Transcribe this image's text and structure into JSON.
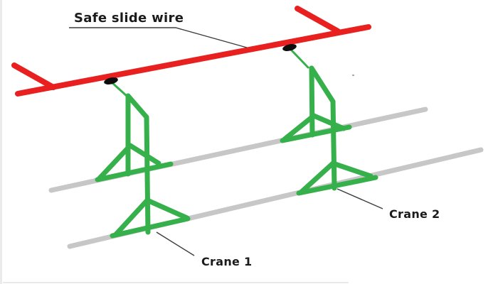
{
  "diagram": {
    "title": "Safe slide wire",
    "labels": {
      "safe_slide_wire": "Safe slide wire",
      "crane_1": "Crane 1",
      "crane_2": "Crane 2"
    }
  },
  "colors": {
    "wire_red": "#e8201f",
    "crane_green": "#35b04a",
    "rail_gray": "#c7c7c7",
    "trolley_black": "#0d0d0d",
    "leader_line": "#3c3c3c",
    "background": "#ffffff"
  }
}
